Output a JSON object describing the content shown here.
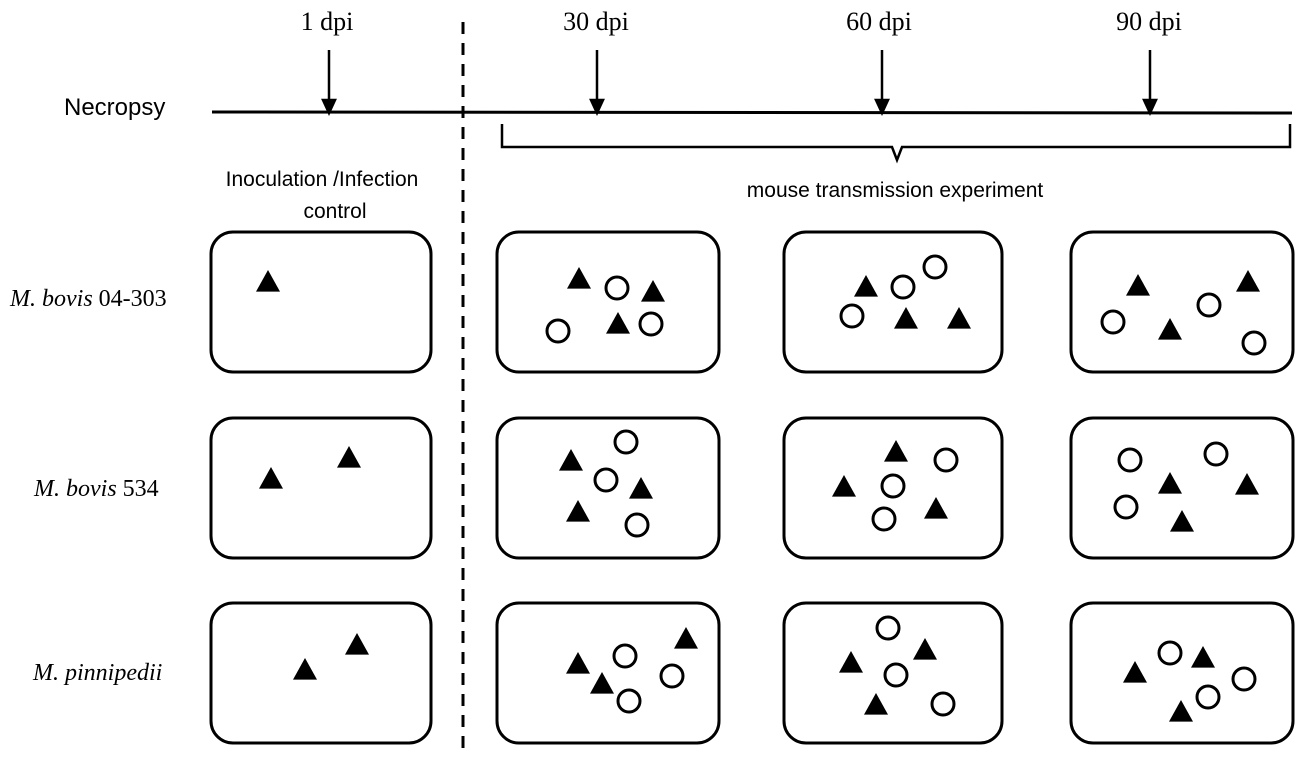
{
  "timepoints": [
    {
      "label": "1 dpi"
    },
    {
      "label": "30 dpi"
    },
    {
      "label": "60 dpi"
    },
    {
      "label": "90 dpi"
    }
  ],
  "necropsy_label": "Necropsy",
  "control_label_line1": "Inoculation /Infection",
  "control_label_line2": "control",
  "transmission_label": "mouse transmission experiment",
  "rows": [
    {
      "strain_italic": "M. bovis",
      "strain_suffix": " 04-303"
    },
    {
      "strain_italic": "M. bovis",
      "strain_suffix": " 534"
    },
    {
      "strain_italic": "M. pinnipedii",
      "strain_suffix": ""
    }
  ],
  "colors": {
    "stroke": "#000000",
    "fill": "#000000",
    "background": "#ffffff"
  }
}
